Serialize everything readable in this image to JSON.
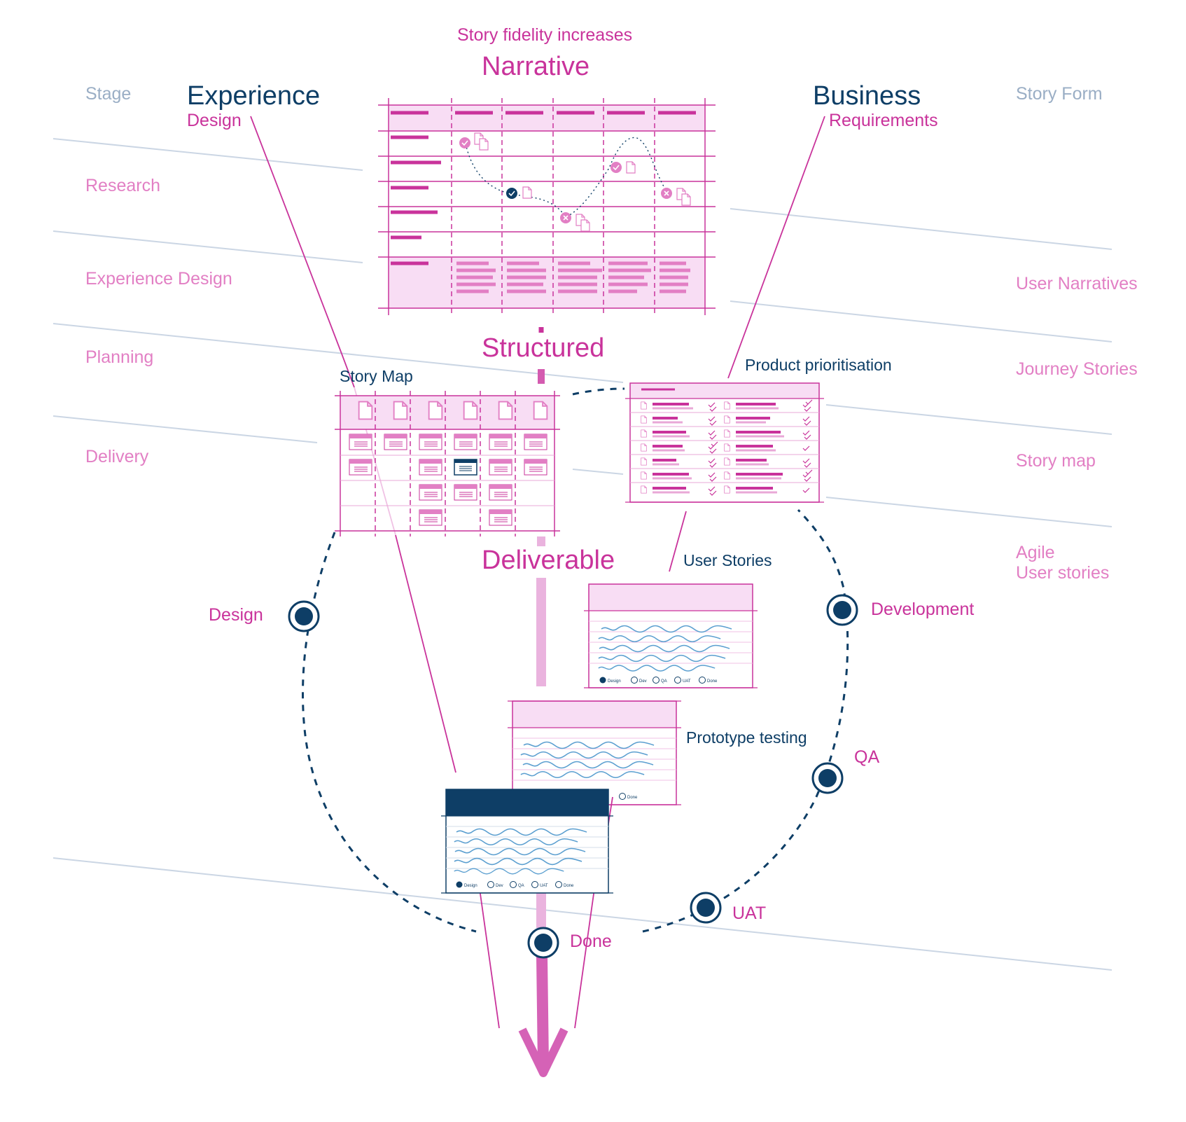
{
  "colors": {
    "pink": "#c9339b",
    "pink_light": "#e27fc4",
    "pink_fill": "#f8ddf4",
    "navy": "#0e3e66",
    "grey": "#9aaec5",
    "sketch_blue": "#5b9fd0"
  },
  "header": {
    "fidelity": "Story fidelity increases",
    "narrative": "Narrative",
    "structured": "Structured",
    "deliverable": "Deliverable"
  },
  "left_column": {
    "title": "Stage",
    "stages": [
      "Research",
      "Experience Design",
      "Planning",
      "Delivery"
    ]
  },
  "right_column": {
    "title": "Story Form",
    "forms": [
      "User Narratives",
      "Journey Stories",
      "Story map",
      "Agile",
      "User stories"
    ]
  },
  "experience": {
    "title": "Experience",
    "subtitle": "Design"
  },
  "business": {
    "title": "Business",
    "subtitle": "Requirements"
  },
  "artifacts": {
    "story_map": "Story Map",
    "product_prioritisation": "Product prioritisation",
    "user_stories": "User Stories",
    "prototype_testing": "Prototype testing"
  },
  "cycle": {
    "design": "Design",
    "development": "Development",
    "qa": "QA",
    "uat": "UAT",
    "done": "Done"
  },
  "card_status": [
    "Design",
    "Dev",
    "QA",
    "UAT",
    "Done"
  ],
  "icons": [
    "check-icon",
    "cross-icon",
    "document-icon",
    "radio-icon"
  ]
}
